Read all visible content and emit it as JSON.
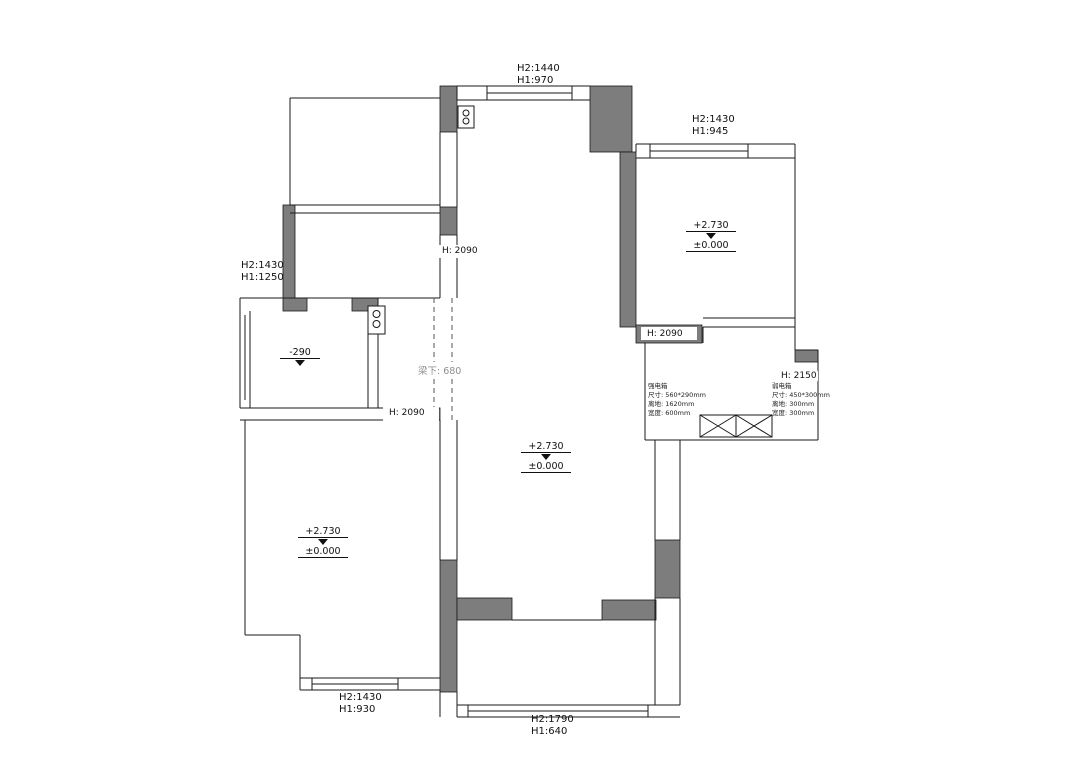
{
  "plan": {
    "windows": {
      "top": {
        "l1": "H2:1440",
        "l2": "H1:970"
      },
      "right": {
        "l1": "H2:1430",
        "l2": "H1:945"
      },
      "left": {
        "l1": "H2:1430",
        "l2": "H1:1250"
      },
      "bottom_left": {
        "l1": "H2:1430",
        "l2": "H1:930"
      },
      "bottom": {
        "l1": "H2:1790",
        "l2": "H1:640"
      }
    },
    "heights": {
      "a": "H: 2090",
      "b": "H: 2090",
      "c": "H: 2090",
      "d": "H: 2150"
    },
    "beam": "梁下: 680",
    "levels": {
      "top_right": {
        "upper": "+2.730",
        "lower": "±0.000"
      },
      "center": {
        "upper": "+2.730",
        "lower": "±0.000"
      },
      "bottom_left": {
        "upper": "+2.730",
        "lower": "±0.000"
      },
      "sunken": "-290"
    },
    "electrical": {
      "strong": {
        "title": "强电箱",
        "line1": "尺寸: 560*290mm",
        "line2": "离地: 1620mm",
        "line3": "宽度: 600mm"
      },
      "weak": {
        "title": "弱电箱",
        "line1": "尺寸: 450*300mm",
        "line2": "离地: 300mm",
        "line3": "宽度: 300mm"
      }
    },
    "colors": {
      "wall": "#7d7d7d",
      "line": "#1a1a1a"
    }
  }
}
